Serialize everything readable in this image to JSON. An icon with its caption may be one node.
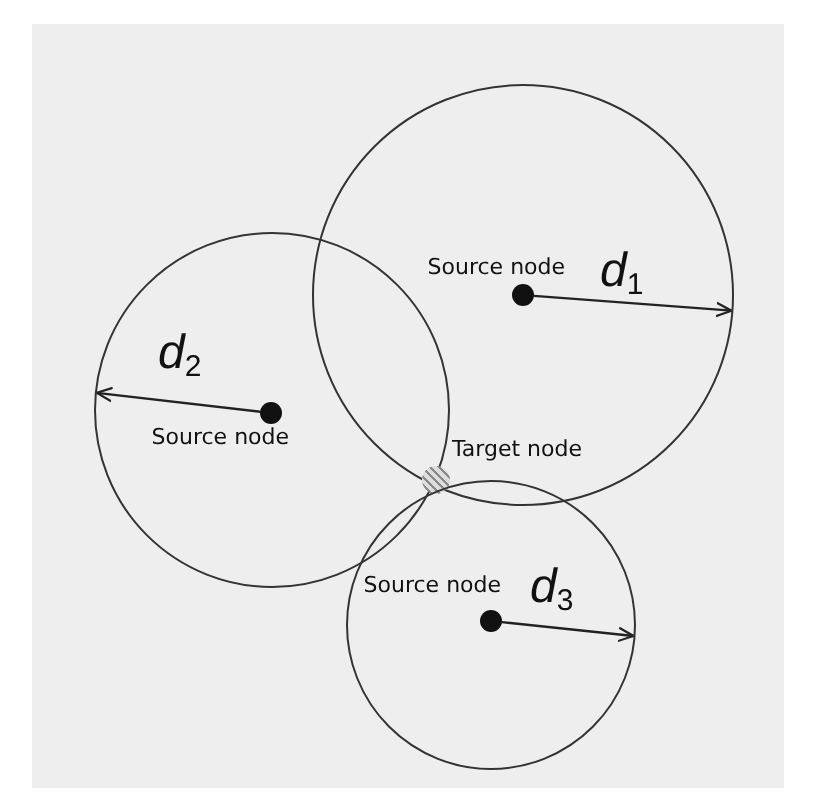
{
  "diagram": {
    "nodes": [
      {
        "text": [],
        "shape": "circle"
      },
      {
        "text": [
          "Source node"
        ],
        "in": 0
      },
      {
        "text": [],
        "shape": "circle"
      },
      {
        "text": [
          "Source node"
        ],
        "in": 2
      },
      {
        "text": [
          "Target node"
        ]
      },
      {
        "text": [],
        "shape": "circle"
      },
      {
        "text": [
          "Source node"
        ],
        "in": 5
      }
    ],
    "edges": [
      {
        "from": 1,
        "to": 0,
        "arrow": "to",
        "label": "*d*$_{1}$"
      },
      {
        "from": 3,
        "to": 2,
        "arrow": "to",
        "label": "*d*$_{2}$"
      },
      {
        "from": 6,
        "to": 5,
        "arrow": "to",
        "label": "*d*$_{3}$"
      }
    ]
  }
}
